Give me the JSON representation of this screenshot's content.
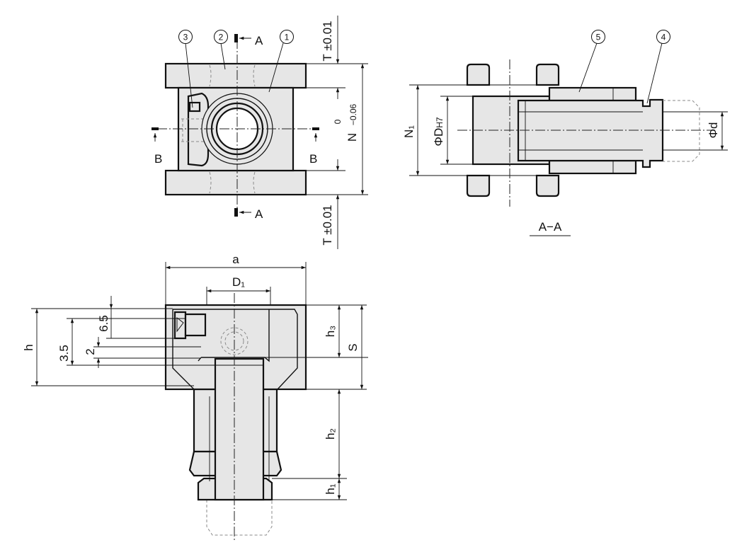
{
  "diagram": {
    "balloons": [
      "1",
      "2",
      "3",
      "4",
      "5"
    ],
    "section_arrows": {
      "a": "A",
      "b": "B"
    },
    "section_title": "A−A",
    "dimensions": {
      "t_top": "T ±0.01",
      "t_bottom": "T ±0.01",
      "n_main": "N",
      "n_upper": "0",
      "n_lower": "−0.06",
      "n1": "N₁",
      "dh7_phi": "Φ",
      "dh7_main": "D",
      "dh7_sub": "H7",
      "phi_d": "Φd",
      "a": "a",
      "d1": "D₁",
      "h": "h",
      "h1": "h₁",
      "h2": "h₂",
      "h3": "h₃",
      "s": "S",
      "v65": "6.5",
      "v35": "3.5",
      "v2": "2"
    }
  }
}
